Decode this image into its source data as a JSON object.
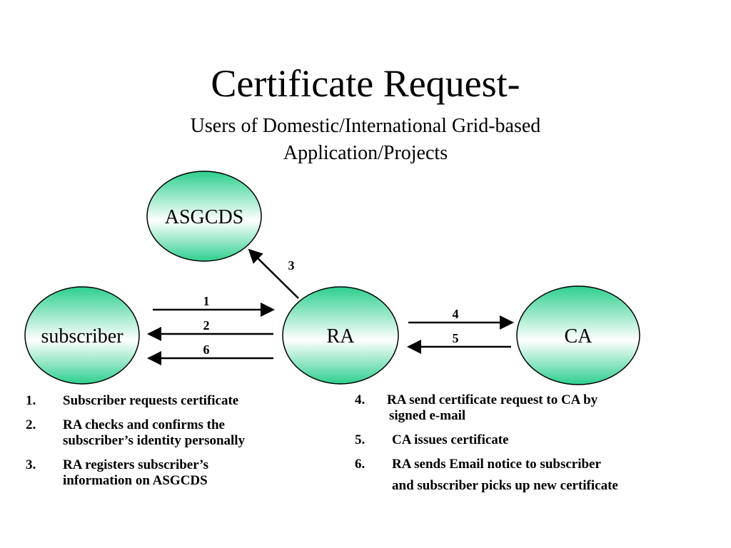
{
  "header": {
    "title": "Certificate Request-",
    "subtitle_line1": "Users of Domestic/International Grid-based",
    "subtitle_line2": "Application/Projects"
  },
  "nodes": {
    "asgcds": "ASGCDS",
    "subscriber": "subscriber",
    "ra": "RA",
    "ca": "CA"
  },
  "arrows": {
    "a1": "1",
    "a2": "2",
    "a6": "6",
    "a3": "3",
    "a4": "4",
    "a5": "5"
  },
  "colors": {
    "node_gradient_top": "#2ecf8e",
    "node_gradient_bottom": "#ffffff",
    "stroke": "#000000"
  },
  "steps_left": [
    {
      "num": "1.",
      "line1": "Subscriber requests certificate",
      "line2": ""
    },
    {
      "num": "2.",
      "line1": "RA checks and confirms the",
      "line2": "subscriber’s identity personally"
    },
    {
      "num": "3.",
      "line1": "RA registers subscriber’s",
      "line2": "information on ASGCDS"
    }
  ],
  "steps_right": [
    {
      "num": "4.",
      "line1": "RA send certificate request to CA by",
      "line2": "signed e-mail"
    },
    {
      "num": "5.",
      "line1": "CA issues certificate",
      "line2": ""
    },
    {
      "num": "6.",
      "line1": "RA sends Email notice to subscriber",
      "line2": "and  subscriber picks up new certificate"
    }
  ]
}
